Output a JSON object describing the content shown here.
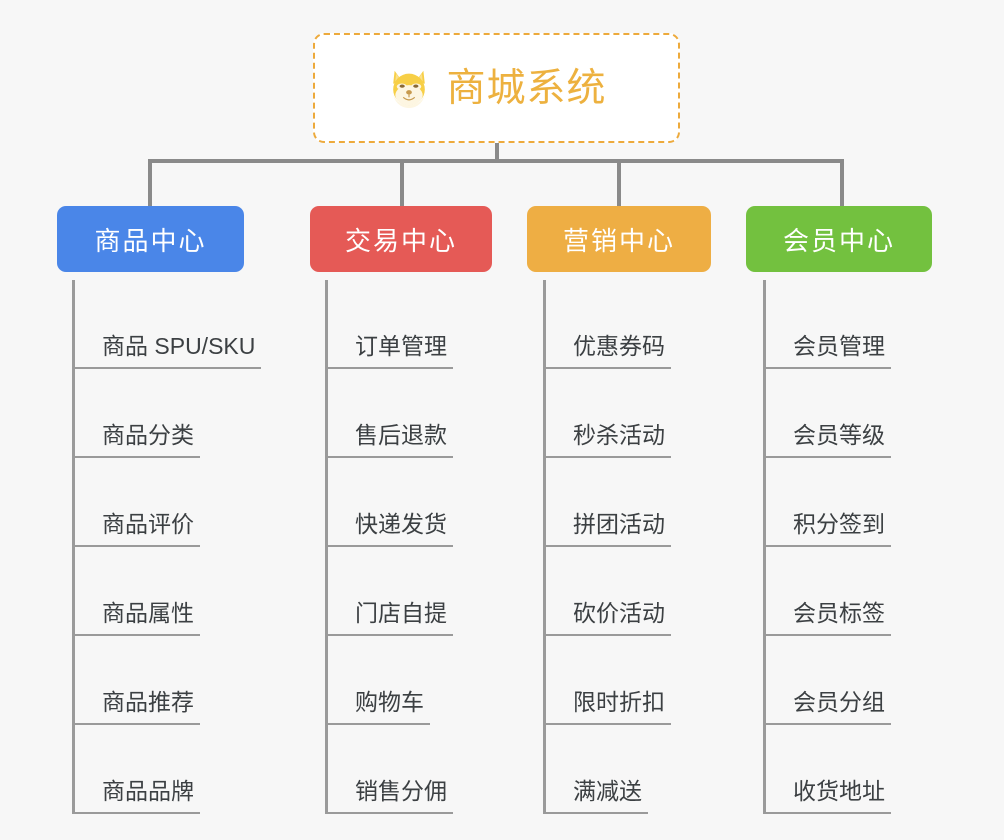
{
  "background_color": "#f7f7f7",
  "root": {
    "title": "商城系统",
    "icon": "shiba-dog-face-emoji",
    "text_color": "#edb13f",
    "border_color": "#edaa3c"
  },
  "branches": [
    {
      "title": "商品中心",
      "color": "#4a86e8",
      "items": [
        "商品 SPU/SKU",
        "商品分类",
        "商品评价",
        "商品属性",
        "商品推荐",
        "商品品牌"
      ]
    },
    {
      "title": "交易中心",
      "color": "#e55a56",
      "items": [
        "订单管理",
        "售后退款",
        "快递发货",
        "门店自提",
        "购物车",
        "销售分佣"
      ]
    },
    {
      "title": "营销中心",
      "color": "#eeae44",
      "items": [
        "优惠券码",
        "秒杀活动",
        "拼团活动",
        "砍价活动",
        "限时折扣",
        "满减送"
      ]
    },
    {
      "title": "会员中心",
      "color": "#73c13f",
      "items": [
        "会员管理",
        "会员等级",
        "积分签到",
        "会员标签",
        "会员分组",
        "收货地址"
      ]
    }
  ],
  "connector_color": "#8a8a8a"
}
